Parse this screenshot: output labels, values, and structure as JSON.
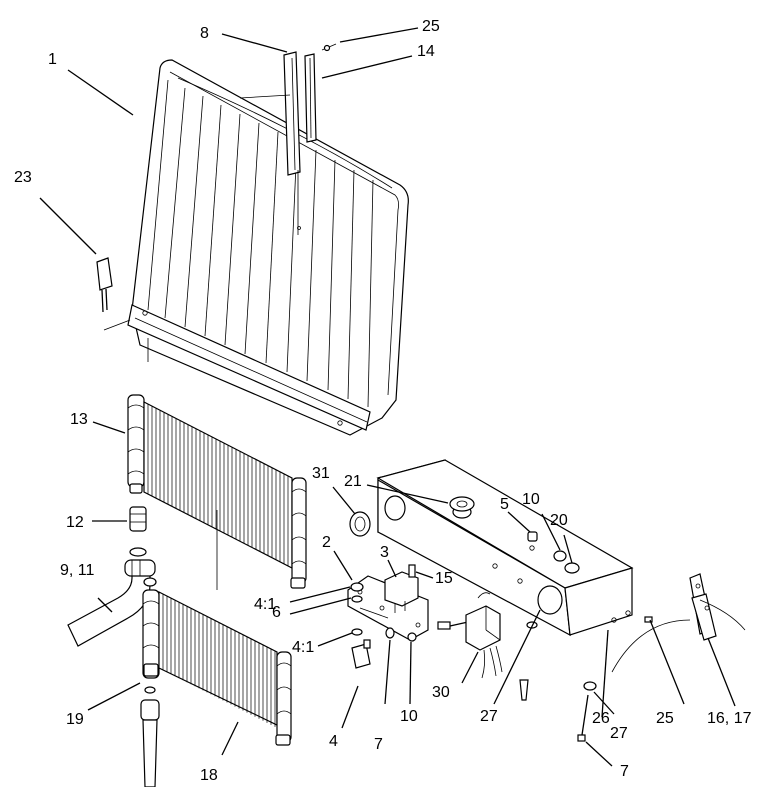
{
  "callouts": {
    "c1": "1",
    "c8": "8",
    "c25_top": "25",
    "c14": "14",
    "c23": "23",
    "c13": "13",
    "c12": "12",
    "c9_11": "9, 11",
    "c19": "19",
    "c18": "18",
    "c31": "31",
    "c21": "21",
    "c5": "5",
    "c10_right": "10",
    "c20": "20",
    "c2": "2",
    "c3": "3",
    "c15": "15",
    "c4_1_top": "4:1",
    "c6": "6",
    "c4_1_bottom": "4:1",
    "c4": "4",
    "c7_left": "7",
    "c10_bottom": "10",
    "c30": "30",
    "c27_left": "27",
    "c26": "26",
    "c25_right": "25",
    "c16_17": "16, 17",
    "c27_right": "27",
    "c7_right": "7"
  }
}
